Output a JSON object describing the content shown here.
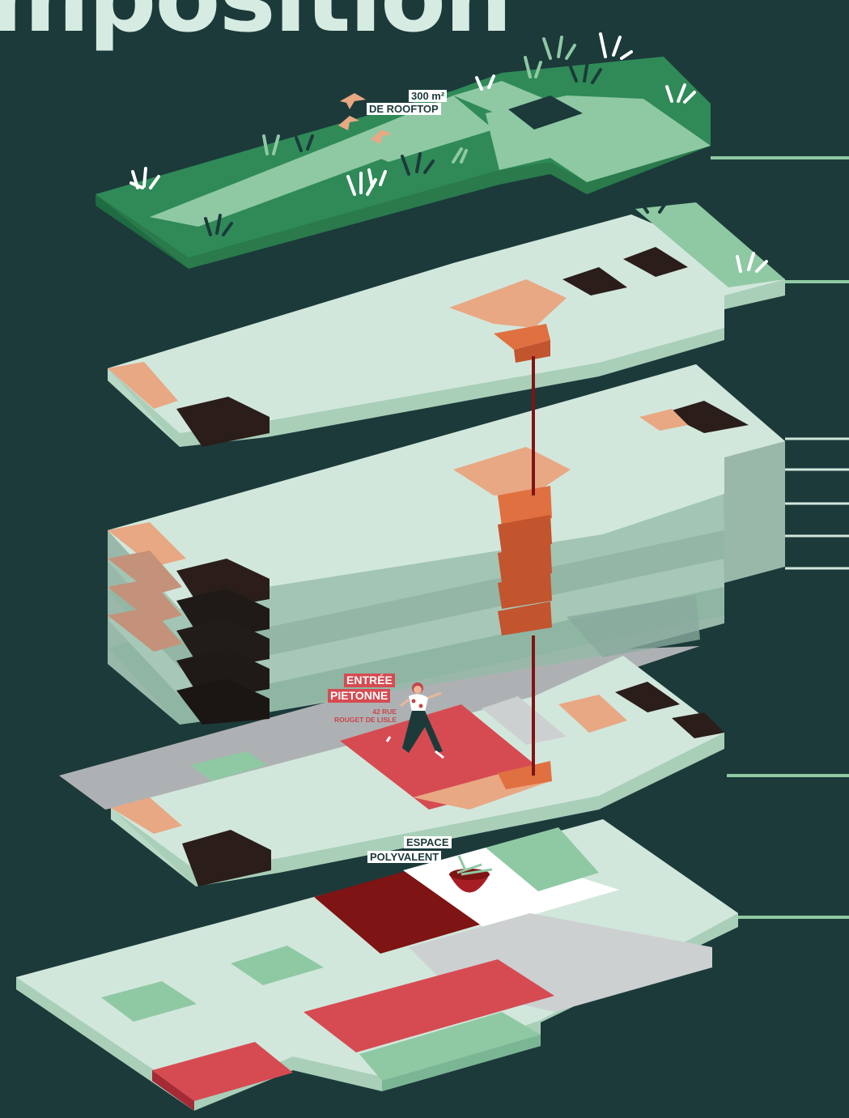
{
  "title": "mposition",
  "labels": {
    "rooftop_area": "300 m²",
    "rooftop": "DE ROOFTOP",
    "entrance_1": "ENTRÉE",
    "entrance_2": "PIETONNE",
    "address_1": "42 RUE",
    "address_2": "ROUGET DE LISLE",
    "space_1": "ESPACE",
    "space_2": "POLYVALENT"
  },
  "colors": {
    "background": "#1c3a3a",
    "roof_green": "#2f8a58",
    "light_green": "#8fc9a4",
    "pale_green": "#d2e7dc",
    "salmon": "#e8a883",
    "orange": "#e07040",
    "dark_brown": "#2a1d1a",
    "red": "#d64b52",
    "dark_red": "#7e1414",
    "gray": "#b6b9ba",
    "white": "#ffffff"
  },
  "icons": [
    "bird-icon",
    "plant-icon",
    "person-walking-icon",
    "food-bowl-icon"
  ]
}
